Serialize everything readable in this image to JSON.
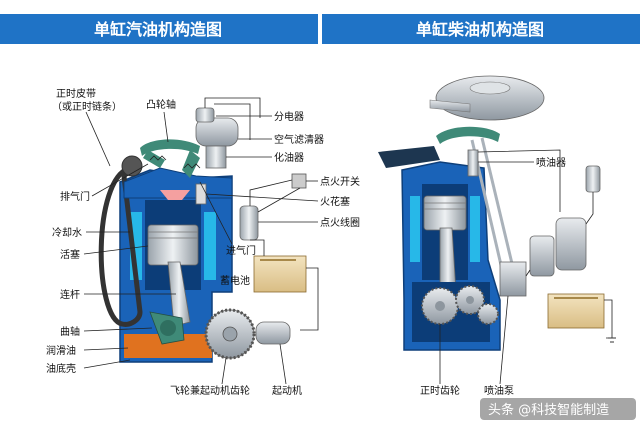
{
  "titles": {
    "left": "单缸汽油机构造图",
    "right": "单缸柴油机构造图"
  },
  "gasoline_labels": {
    "timing_belt": "正时皮带",
    "timing_chain": "（或正时链条）",
    "camshaft": "凸轮轴",
    "distributor": "分电器",
    "air_filter": "空气滤清器",
    "carburetor": "化油器",
    "ignition_switch": "点火开关",
    "spark_plug": "火花塞",
    "ignition_coil": "点火线圈",
    "intake_valve": "进气门",
    "battery": "蓄电池",
    "exhaust_valve": "排气门",
    "coolant": "冷却水",
    "piston": "活塞",
    "connecting_rod": "连杆",
    "crankshaft": "曲轴",
    "lube_oil": "润滑油",
    "oil_pan": "油底壳",
    "flywheel": "飞轮兼起动机齿轮",
    "starter": "起动机"
  },
  "diesel_labels": {
    "injector": "喷油器",
    "timing_gear": "正时齿轮",
    "injection_pump": "喷油泵"
  },
  "watermark": "头条 @科技智能制造",
  "colors": {
    "title_bar": "#1f73c6",
    "block_blue": "#1a63b8",
    "coolant_cyan": "#27b8e8",
    "metal": "#c4c9ce",
    "oil": "#e0721f",
    "valve_green": "#3f8a78",
    "battery": "#e9d5a6"
  }
}
